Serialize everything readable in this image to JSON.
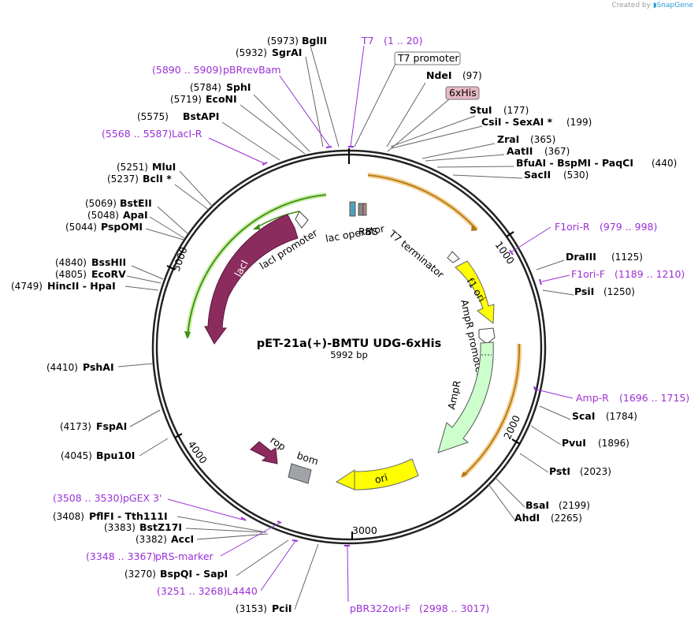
{
  "credit": {
    "prefix": "Created by",
    "brand": "SnapGene"
  },
  "plasmid": {
    "name": "pET-21a(+)-BMTU UDG-6xHis",
    "length_label": "5992 bp"
  },
  "ticks": [
    "1000",
    "2000",
    "3000",
    "4000",
    "5000"
  ],
  "sites": [
    {
      "name": "BglII",
      "num": "(5973)"
    },
    {
      "name": "SgrAI",
      "num": "(5932)"
    },
    {
      "name": "SphI",
      "num": "(5784)"
    },
    {
      "name": "EcoNI",
      "num": "(5719)"
    },
    {
      "name": "BstAPI",
      "num": "(5575)"
    },
    {
      "name": "MluI",
      "num": "(5251)"
    },
    {
      "name": "BclI *",
      "num": "(5237)"
    },
    {
      "name": "BstEII",
      "num": "(5069)"
    },
    {
      "name": "ApaI",
      "num": "(5048)"
    },
    {
      "name": "PspOMI",
      "num": "(5044)"
    },
    {
      "name": "BssHII",
      "num": "(4840)"
    },
    {
      "name": "EcoRV",
      "num": "(4805)"
    },
    {
      "name": "HincII  -  HpaI",
      "num": "(4749)"
    },
    {
      "name": "PshAI",
      "num": "(4410)"
    },
    {
      "name": "FspAI",
      "num": "(4173)"
    },
    {
      "name": "Bpu10I",
      "num": "(4045)"
    },
    {
      "name": "PflFI  -  Tth111I",
      "num": "(3408)"
    },
    {
      "name": "BstZ17I",
      "num": "(3383)"
    },
    {
      "name": "AccI",
      "num": "(3382)"
    },
    {
      "name": "BspQI  -  SapI",
      "num": "(3270)"
    },
    {
      "name": "PciI",
      "num": "(3153)"
    },
    {
      "name": "NdeI",
      "num": "(97)"
    },
    {
      "name": "StuI",
      "num": "(177)"
    },
    {
      "name": "CsiI  -  SexAI *",
      "num": "(199)"
    },
    {
      "name": "ZraI",
      "num": "(365)"
    },
    {
      "name": "AatII",
      "num": "(367)"
    },
    {
      "name": "BfuAI  -  BspMI  -  PaqCI",
      "num": "(440)"
    },
    {
      "name": "SacII",
      "num": "(530)"
    },
    {
      "name": "DraIII",
      "num": "(1125)"
    },
    {
      "name": "PsiI",
      "num": "(1250)"
    },
    {
      "name": "ScaI",
      "num": "(1784)"
    },
    {
      "name": "PvuI",
      "num": "(1896)"
    },
    {
      "name": "PstI",
      "num": "(2023)"
    },
    {
      "name": "BsaI",
      "num": "(2199)"
    },
    {
      "name": "AhdI",
      "num": "(2265)"
    }
  ],
  "primers": [
    {
      "name": "T7",
      "range": "(1 .. 20)"
    },
    {
      "name": "pBRrevBam",
      "range": "(5890 .. 5909)"
    },
    {
      "name": "LacI-R",
      "range": "(5568 .. 5587)"
    },
    {
      "name": "F1ori-R",
      "range": "(979 .. 998)"
    },
    {
      "name": "F1ori-F",
      "range": "(1189 .. 1210)"
    },
    {
      "name": "Amp-R",
      "range": "(1696 .. 1715)"
    },
    {
      "name": "pGEX 3'",
      "range": "(3508 .. 3530)"
    },
    {
      "name": "pRS-marker",
      "range": "(3348 .. 3367)"
    },
    {
      "name": "L4440",
      "range": "(3251 .. 3268)"
    },
    {
      "name": "pBR322ori-F",
      "range": "(2998 .. 3017)"
    }
  ],
  "boxed_features": [
    {
      "name": "T7 promoter"
    },
    {
      "name": "6xHis"
    }
  ],
  "features": {
    "laci": "lacI",
    "laci_promoter": "lacI promoter",
    "lac_operator": "lac operator",
    "rbs": "RBS",
    "t7_terminator": "T7 terminator",
    "f1_ori": "f1 ori",
    "ampr_promoter": "AmpR promoter",
    "ampr": "AmpR",
    "ori": "ori",
    "rop": "rop",
    "bom": "bom"
  },
  "colors": {
    "primer": "#9b30d6",
    "laci": "#8b2b5e",
    "f1_ori": "#ffff00",
    "ampr": "#ccffcc",
    "orf_green": "#4fa61a",
    "orf_orange": "#e8a020",
    "his_tag": "#e8b8c4"
  }
}
